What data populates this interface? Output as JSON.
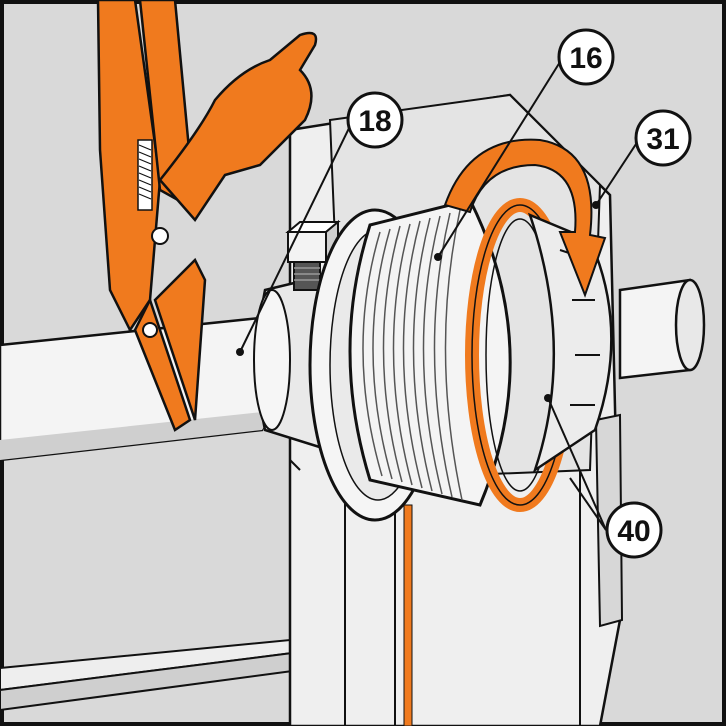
{
  "callouts": [
    {
      "id": "c18",
      "label": "18"
    },
    {
      "id": "c16",
      "label": "16"
    },
    {
      "id": "c31",
      "label": "31"
    },
    {
      "id": "c40",
      "label": "40"
    }
  ],
  "colors": {
    "orange": "#f07a1e",
    "frame_gray": "#d9d9d9",
    "outline": "#111111",
    "part_white": "#f2f2f2",
    "shadow_gray": "#bdbdbd"
  }
}
